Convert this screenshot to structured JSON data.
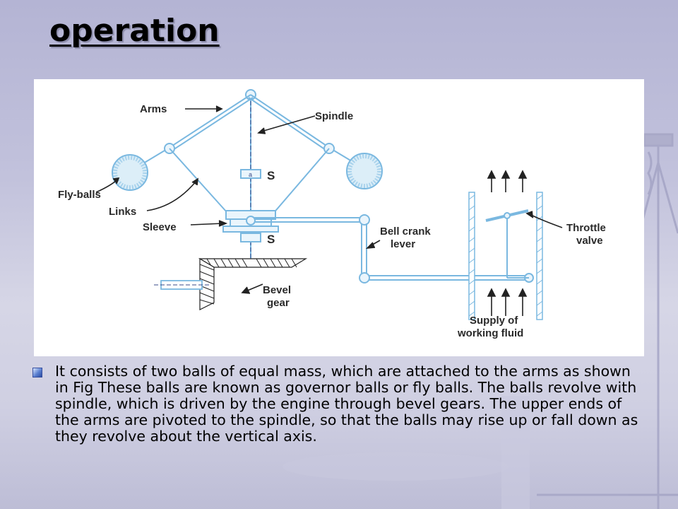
{
  "title": "operation",
  "figure": {
    "labels": {
      "arms": "Arms",
      "spindle": "Spindle",
      "s_upper": "S",
      "s_lower": "S",
      "fly_balls": "Fly-balls",
      "links": "Links",
      "sleeve": "Sleeve",
      "bell_crank_1": "Bell crank",
      "bell_crank_2": "lever",
      "throttle_1": "Throttle",
      "throttle_2": "valve",
      "bevel_1": "Bevel",
      "bevel_2": "gear",
      "supply_1": "Supply of",
      "supply_2": "working fluid",
      "marker_a": "a"
    },
    "colors": {
      "mechanism": "#7ab8e0",
      "leader_lines": "#222222"
    }
  },
  "bullets": [
    "It consists of two balls of equal mass, which are attached to the arms as shown in Fig These balls are known as governor balls or fly balls. The balls revolve with spindle, which is driven by the engine through bevel gears. The upper ends of the arms are pivoted to the spindle, so that the balls may rise up or fall down as they revolve about the vertical axis."
  ],
  "theme": {
    "bullet_color": "#3a5cc0",
    "background": "#c2c2dc"
  }
}
